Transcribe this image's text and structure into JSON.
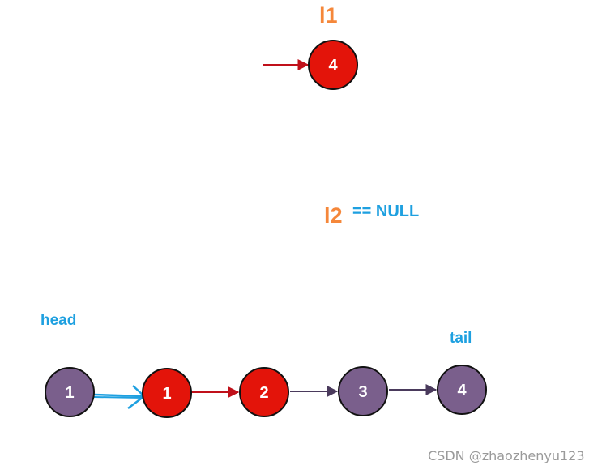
{
  "labels": {
    "l1": "l1",
    "l2": "l2",
    "null_text": "== NULL",
    "head": "head",
    "tail": "tail"
  },
  "nodes": {
    "l1_node": "4",
    "list": [
      "1",
      "1",
      "2",
      "3",
      "4"
    ]
  },
  "watermark": "CSDN @zhaozhenyu123",
  "colors": {
    "pointer_label": "#f5873a",
    "null_label": "#1ea0e0",
    "head_tail": "#1ea0e0",
    "node_red": "#e3140a",
    "node_purple": "#7a5f8c",
    "arrow_red": "#c0101a",
    "arrow_purple": "#4a3a5c",
    "arrow_blue": "#1ea0e0"
  }
}
